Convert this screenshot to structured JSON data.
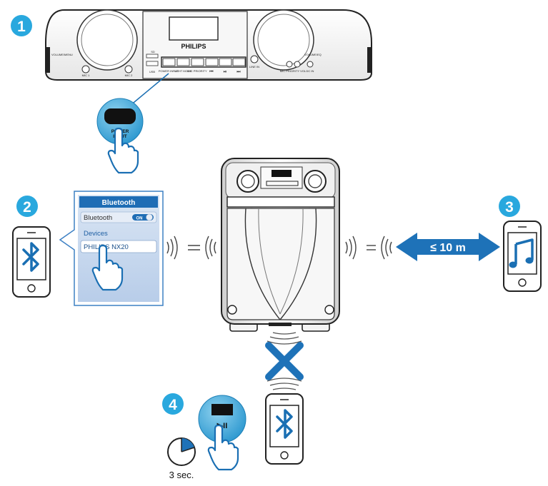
{
  "steps": {
    "step1": "1",
    "step2": "2",
    "step3": "3",
    "step4": "4"
  },
  "main_unit": {
    "brand": "PHILIPS",
    "volume_menu_label": "VOLUME/MENU",
    "volume_eq_label": "VOLUME/EQ",
    "mic1_label": "MIC 1",
    "mic2_label": "MIC 2",
    "sd_label": "SD",
    "usb_label": "USB",
    "line_in_label": "LINE IN",
    "dc_in_label": "DC IN",
    "mic_priority_vol_label": "MIC PRIORITY VOL",
    "buttons": [
      {
        "label": "POWER INPUT"
      },
      {
        "label": "LIGHT MODE"
      },
      {
        "label": "MIC PRIORITY"
      },
      {
        "label": "⏮"
      },
      {
        "label": "⏯"
      },
      {
        "label": "⏭"
      }
    ]
  },
  "power_callout": {
    "label_line1": "POWER",
    "label_line2": "INPUT"
  },
  "bluetooth_panel": {
    "header": "Bluetooth",
    "toggle_label": "Bluetooth",
    "toggle_state": "ON",
    "devices_label": "Devices",
    "device_name": "PHILIPS NX20"
  },
  "range": {
    "label": "≤ 10 m"
  },
  "reset": {
    "duration_label": "3 sec.",
    "play_pause_glyph": "▶II"
  },
  "colors": {
    "accent_blue": "#1a6fb3",
    "step_badge": "#29a8de",
    "arrow_blue": "#1e72b8",
    "panel_blue": "#c9d9ee",
    "panel_border": "#5b8ccd",
    "callout_blue": "#3fa9d9"
  },
  "icons": {
    "bluetooth": "bluetooth-icon",
    "music_note": "music-note-icon",
    "hand": "pointing-hand-icon",
    "cross": "cross-icon",
    "timer": "timer-icon"
  }
}
